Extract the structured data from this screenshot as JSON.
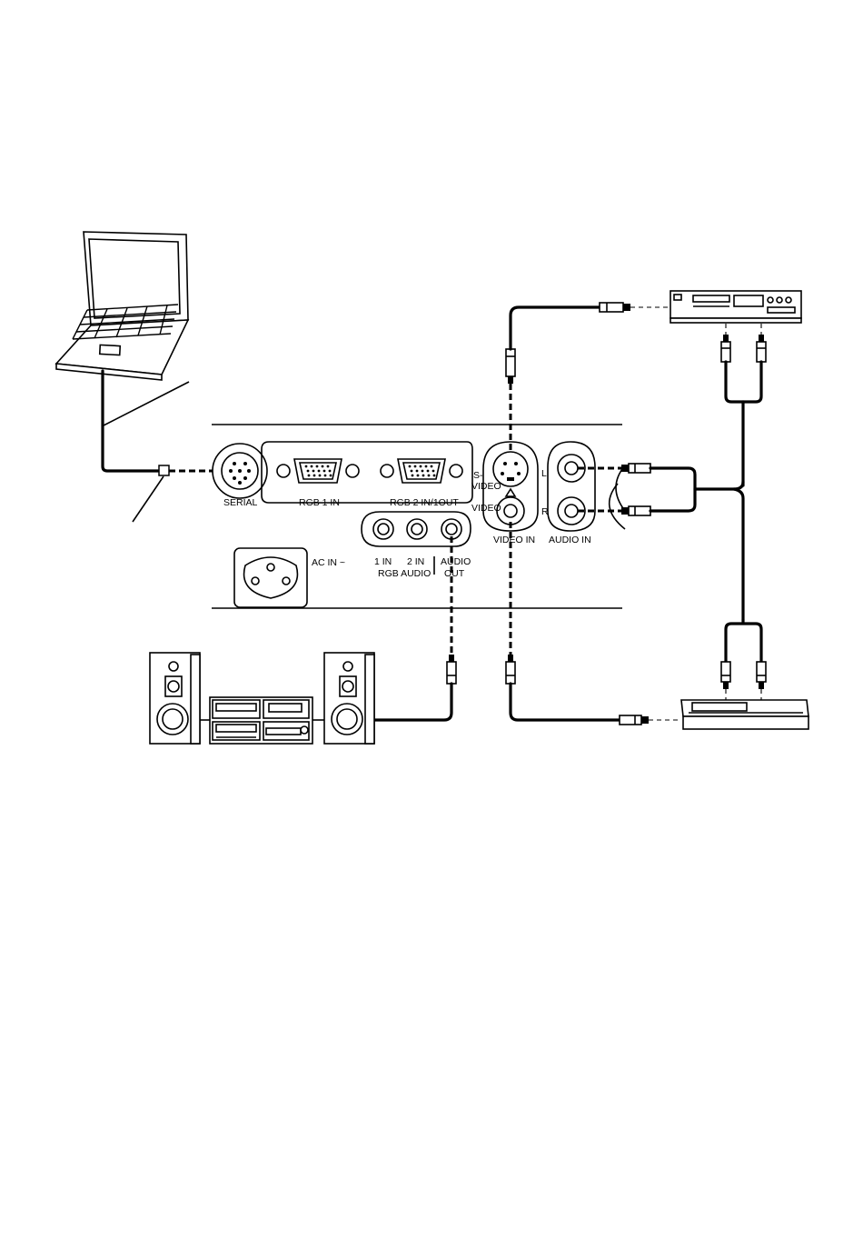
{
  "panel": {
    "serial": "SERIAL",
    "rgb1_in": "RGB 1 IN",
    "rgb2_in_out": "RGB 2 IN/1OUT",
    "ac_in": "AC IN ~",
    "rgb_audio_1in": "1 IN",
    "rgb_audio_2in": "2 IN",
    "rgb_audio": "RGB AUDIO",
    "audio_out_1": "AUDIO",
    "audio_out_2": "OUT",
    "s_video_1": "S-",
    "s_video_2": "VIDEO",
    "video": "VIDEO",
    "video_in": "VIDEO IN",
    "audio_in": "AUDIO IN",
    "audio_l": "L",
    "audio_r": "R"
  }
}
